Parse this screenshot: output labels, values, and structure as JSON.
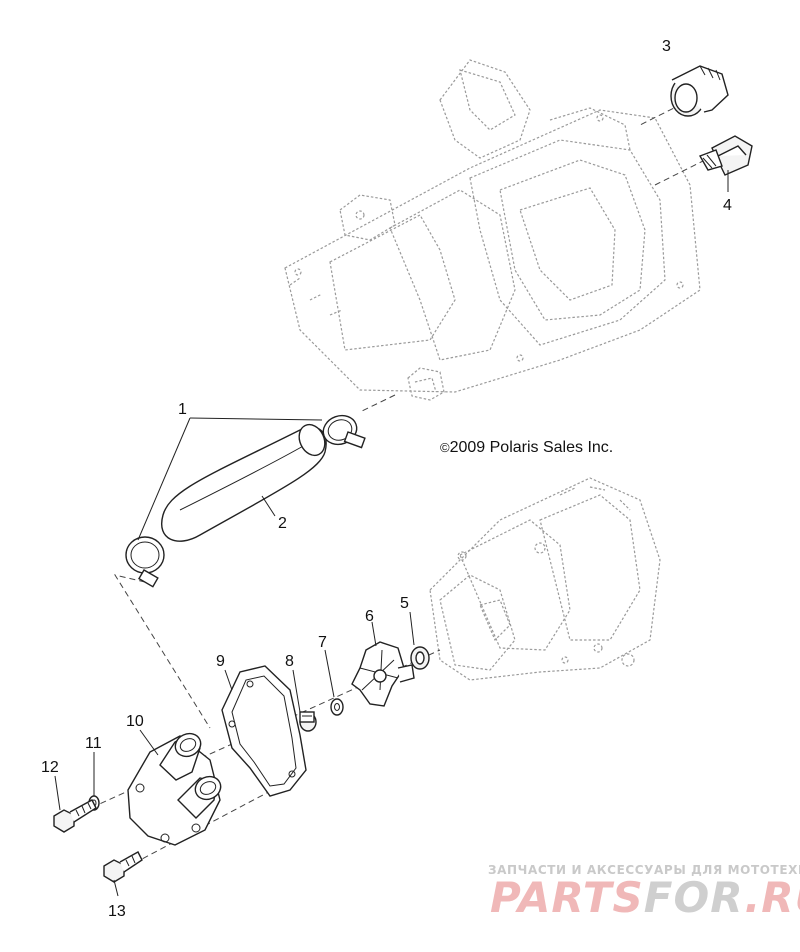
{
  "diagram": {
    "copyright": "2009 Polaris Sales Inc.",
    "copyright_symbol": "©",
    "callouts": [
      "1",
      "2",
      "3",
      "4",
      "5",
      "6",
      "7",
      "8",
      "9",
      "10",
      "11",
      "12",
      "13"
    ]
  },
  "watermark": {
    "tagline": "ЗАПЧАСТИ И АКСЕССУАРЫ ДЛЯ МОТОТЕХНИКИ",
    "logo_red": "PARTS",
    "logo_gray": "FOR",
    "logo_tld": ".RU",
    "colors": {
      "red": "#f0b8b8",
      "gray": "#cfcfcf"
    }
  }
}
